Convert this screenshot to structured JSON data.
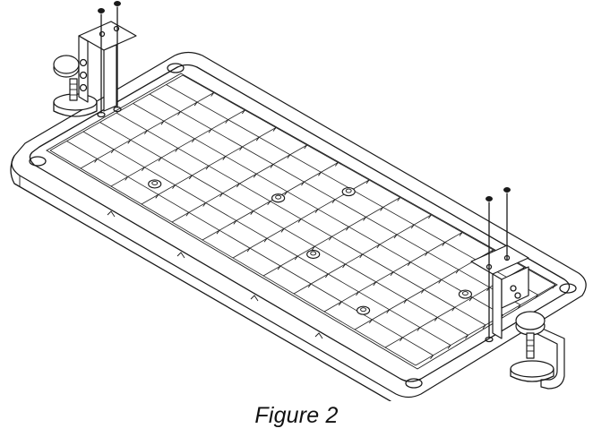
{
  "caption": "Figure 2",
  "assembly": {
    "tray_grid": {
      "columns": 12,
      "rows": 8
    },
    "parts": [
      "keyboard-tray",
      "clamp-bracket",
      "clamp-knob",
      "screw"
    ]
  }
}
